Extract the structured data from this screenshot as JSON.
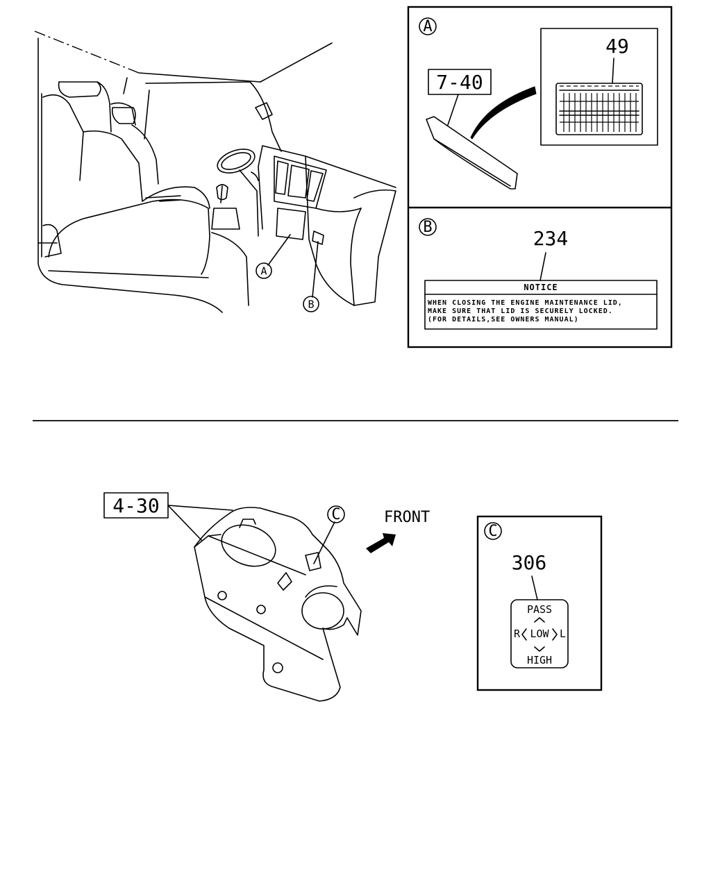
{
  "callouts": {
    "a": "A",
    "b": "B",
    "c": "C"
  },
  "panel_a": {
    "part_ref": "7-40",
    "part_no": "49"
  },
  "panel_b": {
    "part_no": "234",
    "notice_title": "NOTICE",
    "notice_lines": [
      "WHEN CLOSING THE ENGINE MAINTENANCE LID,",
      "MAKE SURE THAT LID IS SECURELY LOCKED.",
      "(FOR DETAILS,SEE OWNERS MANUAL)"
    ]
  },
  "lower": {
    "part_ref": "4-30",
    "front_label": "FRONT"
  },
  "panel_c": {
    "part_no": "306",
    "label_pass": "PASS",
    "label_high": "HIGH",
    "label_r": "R",
    "label_low": "LOW",
    "label_l": "L"
  }
}
